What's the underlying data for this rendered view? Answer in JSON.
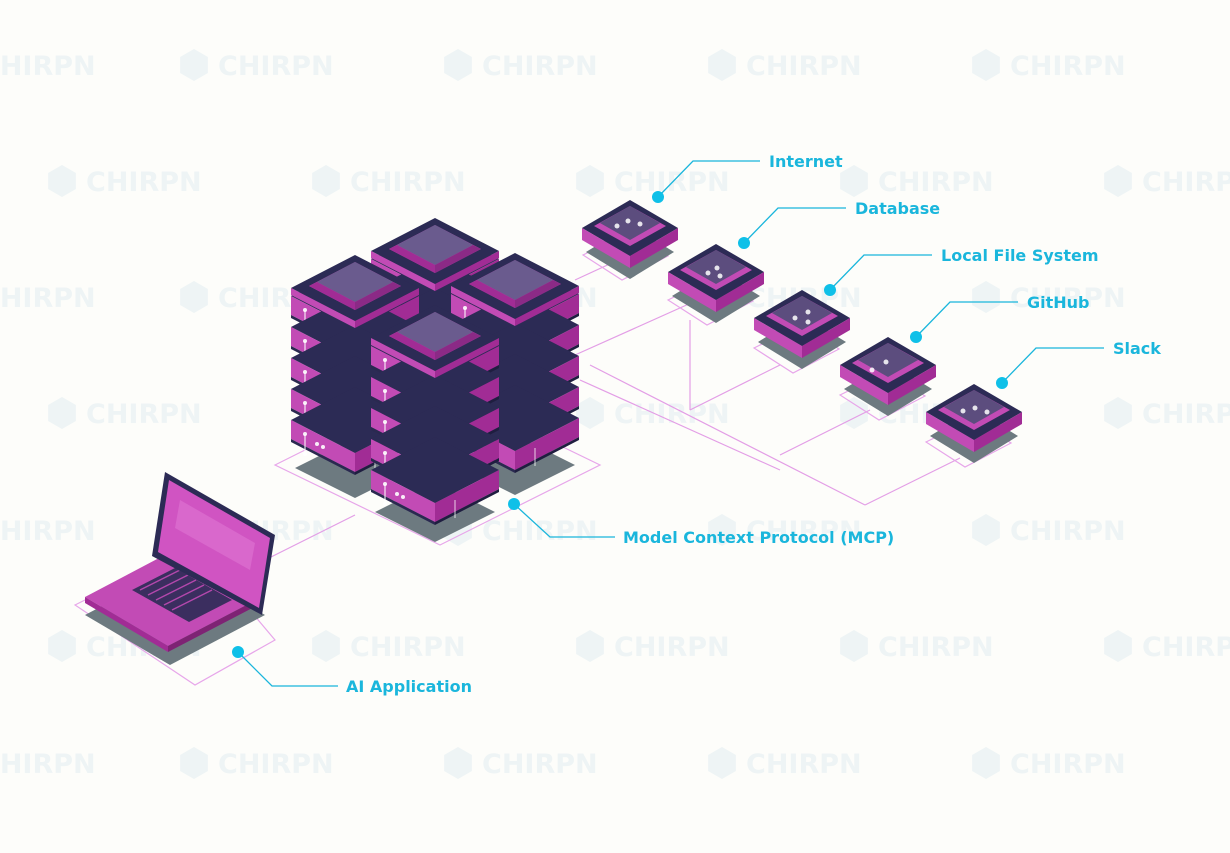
{
  "watermark": {
    "text": "CHIRPN",
    "color": "#eef4f5"
  },
  "colors": {
    "accent": "#1ab6dc",
    "connector": "#e39ee6",
    "server_dark": "#2b2a52",
    "server_magenta": "#b53aa8",
    "background": "#fdfdfa"
  },
  "nodes": {
    "ai_application": {
      "label": "AI Application",
      "icon": "laptop-icon"
    },
    "mcp": {
      "label": "Model Context Protocol (MCP)",
      "icon": "server-stack-icon"
    },
    "services": [
      {
        "label": "Internet",
        "icon": "server-block-icon"
      },
      {
        "label": "Database",
        "icon": "server-block-icon"
      },
      {
        "label": "Local File System",
        "icon": "server-block-icon"
      },
      {
        "label": "GitHub",
        "icon": "server-block-icon"
      },
      {
        "label": "Slack",
        "icon": "server-block-icon"
      }
    ]
  }
}
